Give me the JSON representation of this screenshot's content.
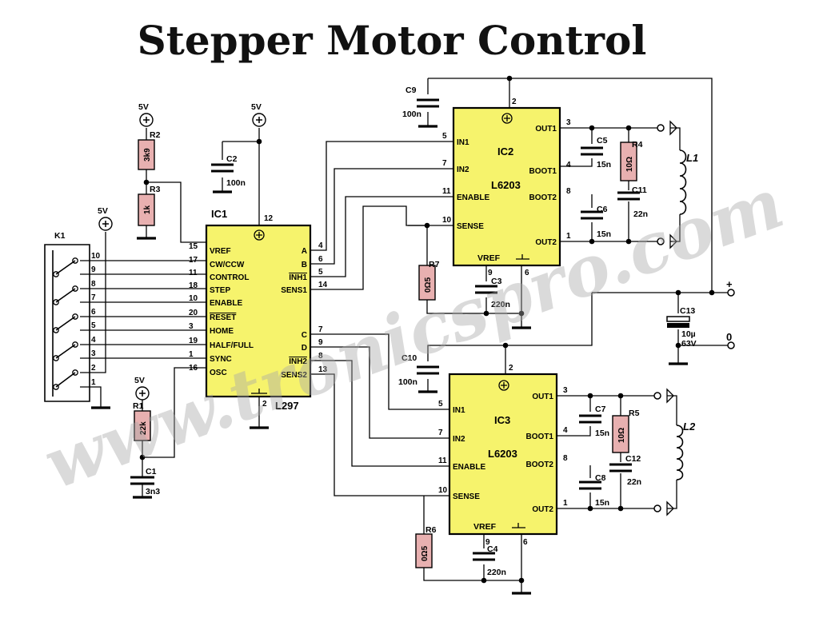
{
  "title": "Stepper Motor Control",
  "watermark": "www.tronicspro.com",
  "ic1": {
    "name": "IC1",
    "part": "L297",
    "left_pins": [
      {
        "num": "15",
        "label": "VREF"
      },
      {
        "num": "17",
        "label": "CW/CCW"
      },
      {
        "num": "11",
        "label": "CONTROL"
      },
      {
        "num": "18",
        "label": "STEP"
      },
      {
        "num": "10",
        "label": "ENABLE"
      },
      {
        "num": "20",
        "label": "RESET"
      },
      {
        "num": "3",
        "label": "HOME"
      },
      {
        "num": "19",
        "label": "HALF/FULL"
      },
      {
        "num": "1",
        "label": "SYNC"
      },
      {
        "num": "16",
        "label": "OSC"
      }
    ],
    "right_pins": [
      {
        "num": "4",
        "label": "A"
      },
      {
        "num": "6",
        "label": "B"
      },
      {
        "num": "5",
        "label": "INH1"
      },
      {
        "num": "14",
        "label": "SENS1"
      },
      {
        "num": "7",
        "label": "C"
      },
      {
        "num": "9",
        "label": "D"
      },
      {
        "num": "8",
        "label": "INH2"
      },
      {
        "num": "13",
        "label": "SENS2"
      }
    ],
    "top_pin": "12",
    "bottom_pin": "2"
  },
  "ic2": {
    "name": "IC2",
    "part": "L6203",
    "left_pins": [
      {
        "num": "5",
        "label": "IN1"
      },
      {
        "num": "7",
        "label": "IN2"
      },
      {
        "num": "11",
        "label": "ENABLE"
      },
      {
        "num": "10",
        "label": "SENSE"
      }
    ],
    "right_pins": [
      {
        "num": "3",
        "label": "OUT1"
      },
      {
        "num": "4",
        "label": "BOOT1"
      },
      {
        "num": "8",
        "label": "BOOT2"
      },
      {
        "num": "1",
        "label": "OUT2"
      }
    ],
    "top_pin": "2",
    "vref_label": "VREF",
    "bottom_pins": [
      "9",
      "6"
    ]
  },
  "ic3": {
    "name": "IC3",
    "part": "L6203",
    "left_pins": [
      {
        "num": "5",
        "label": "IN1"
      },
      {
        "num": "7",
        "label": "IN2"
      },
      {
        "num": "11",
        "label": "ENABLE"
      },
      {
        "num": "10",
        "label": "SENSE"
      }
    ],
    "right_pins": [
      {
        "num": "3",
        "label": "OUT1"
      },
      {
        "num": "4",
        "label": "BOOT1"
      },
      {
        "num": "8",
        "label": "BOOT2"
      },
      {
        "num": "1",
        "label": "OUT2"
      }
    ],
    "top_pin": "2",
    "vref_label": "VREF",
    "bottom_pins": [
      "9",
      "6"
    ]
  },
  "k1": {
    "name": "K1",
    "pins": [
      "10",
      "9",
      "8",
      "7",
      "6",
      "5",
      "4",
      "3",
      "2",
      "1"
    ]
  },
  "supplies": {
    "v5": "5V",
    "plus": "+",
    "zero": "0"
  },
  "resistors": {
    "r1": {
      "name": "R1",
      "value": "22k"
    },
    "r2": {
      "name": "R2",
      "value": "3k9"
    },
    "r3": {
      "name": "R3",
      "value": "1k"
    },
    "r4": {
      "name": "R4",
      "value": "10Ω"
    },
    "r5": {
      "name": "R5",
      "value": "10Ω"
    },
    "r6": {
      "name": "R6",
      "value": "0Ω5"
    },
    "r7": {
      "name": "R7",
      "value": "0Ω5"
    }
  },
  "capacitors": {
    "c1": {
      "name": "C1",
      "value": "3n3"
    },
    "c2": {
      "name": "C2",
      "value": "100n"
    },
    "c3": {
      "name": "C3",
      "value": "220n"
    },
    "c4": {
      "name": "C4",
      "value": "220n"
    },
    "c5": {
      "name": "C5",
      "value": "15n"
    },
    "c6": {
      "name": "C6",
      "value": "15n"
    },
    "c7": {
      "name": "C7",
      "value": "15n"
    },
    "c8": {
      "name": "C8",
      "value": "15n"
    },
    "c9": {
      "name": "C9",
      "value": "100n"
    },
    "c10": {
      "name": "C10",
      "value": "100n"
    },
    "c11": {
      "name": "C11",
      "value": "22n"
    },
    "c12": {
      "name": "C12",
      "value": "22n"
    },
    "c13": {
      "name": "C13",
      "value": "10µ",
      "voltage": "63V"
    }
  },
  "inductors": {
    "l1": "L1",
    "l2": "L2"
  }
}
